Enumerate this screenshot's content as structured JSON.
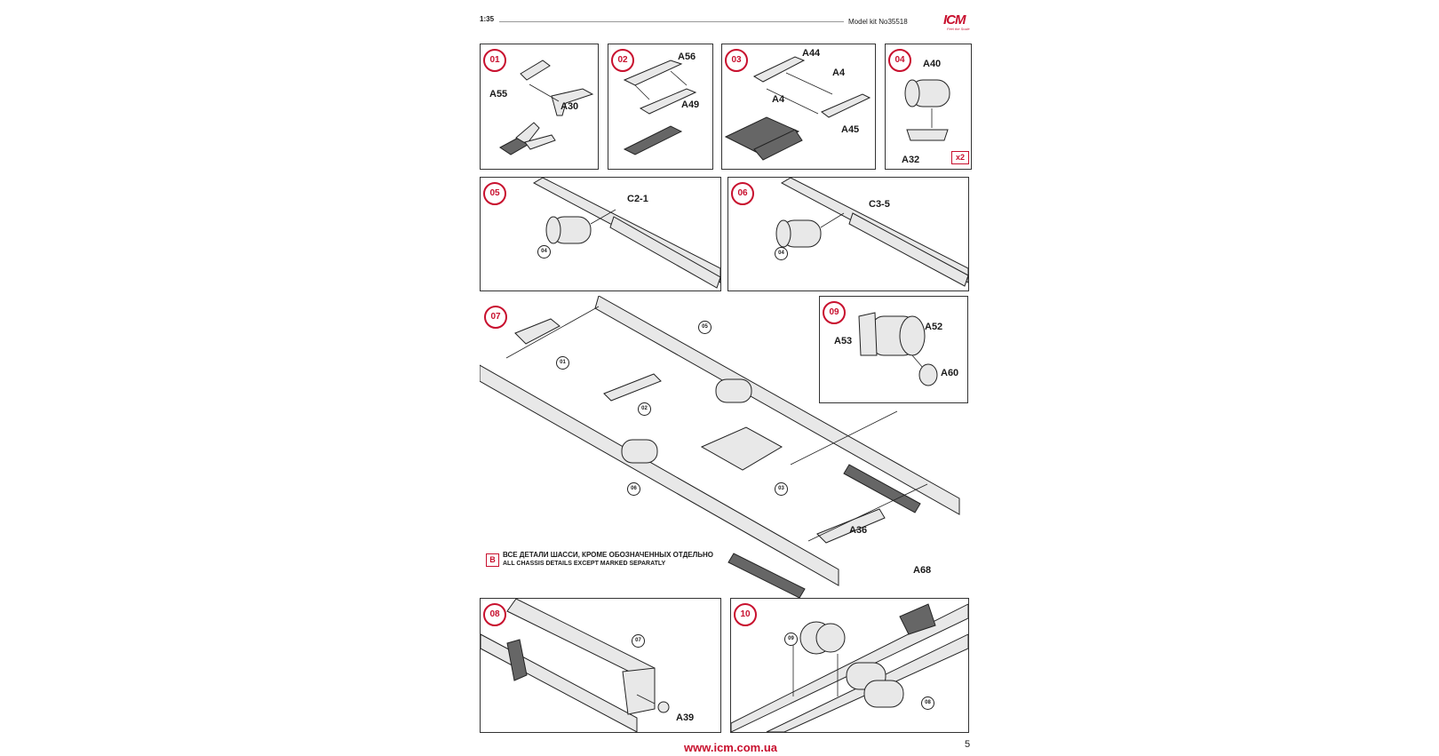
{
  "header": {
    "scale": "1:35",
    "kit": "Model kit No35518",
    "logo": "ICM",
    "logo_tagline": "Feel the Scale"
  },
  "steps": {
    "s01": {
      "num": "01",
      "labels": [
        "A55",
        "A30"
      ]
    },
    "s02": {
      "num": "02",
      "labels": [
        "A56",
        "A49"
      ]
    },
    "s03": {
      "num": "03",
      "labels": [
        "A44",
        "A4",
        "A4",
        "A45"
      ]
    },
    "s04": {
      "num": "04",
      "labels": [
        "A40",
        "A32"
      ],
      "multiplier": "x2"
    },
    "s05": {
      "num": "05",
      "labels": [
        "C2-1"
      ],
      "refs": [
        "04"
      ]
    },
    "s06": {
      "num": "06",
      "labels": [
        "C3-5"
      ],
      "refs": [
        "04"
      ]
    },
    "s07": {
      "num": "07",
      "labels": [
        "A36",
        "A68"
      ],
      "refs": [
        "05",
        "01",
        "02",
        "03",
        "06"
      ]
    },
    "s08": {
      "num": "08",
      "labels": [
        "A39"
      ],
      "refs": [
        "07"
      ]
    },
    "s09": {
      "num": "09",
      "labels": [
        "A52",
        "A53",
        "A60"
      ]
    },
    "s10": {
      "num": "10",
      "refs": [
        "09",
        "08"
      ]
    }
  },
  "note": {
    "badge": "B",
    "ru": "ВСЕ ДЕТАЛИ ШАССИ, КРОМЕ ОБОЗНАЧЕННЫХ ОТДЕЛЬНО",
    "en": "ALL CHASSIS DETAILS EXCEPT MARKED SEPARATLY"
  },
  "footer": {
    "url": "www.icm.com.ua",
    "page": "5"
  },
  "colors": {
    "accent": "#c8102e",
    "line": "#222222"
  }
}
